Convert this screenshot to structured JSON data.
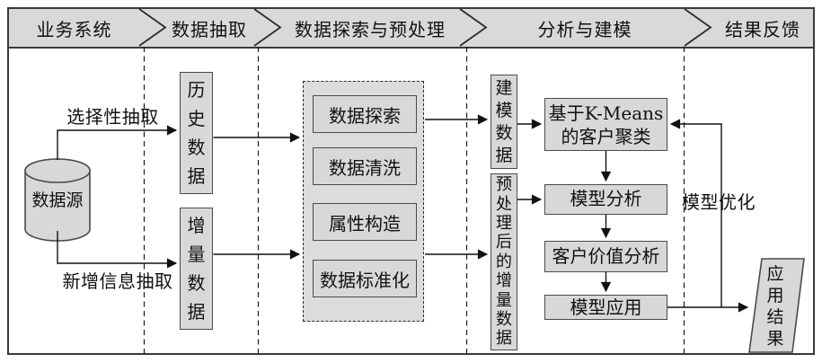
{
  "header": {
    "phases": [
      {
        "label": "业务系统"
      },
      {
        "label": "数据抽取"
      },
      {
        "label": "数据探索与预处理"
      },
      {
        "label": "分析与建模"
      },
      {
        "label": "结果反馈"
      }
    ]
  },
  "flow": {
    "data_source": {
      "label": "数据源"
    },
    "historical_data": {
      "label": "历史数据"
    },
    "incremental_data": {
      "label": "增量数据"
    },
    "preprocessing_steps": [
      {
        "label": "数据探索"
      },
      {
        "label": "数据清洗"
      },
      {
        "label": "属性构造"
      },
      {
        "label": "数据标准化"
      }
    ],
    "modeling_data": {
      "label": "建模数据"
    },
    "preprocessed_incremental": {
      "label": "预处理后的增量数据"
    },
    "kmeans": {
      "line1": "基于K-Means",
      "line2": "的客户聚类"
    },
    "model_analysis": {
      "label": "模型分析"
    },
    "customer_value_analysis": {
      "label": "客户价值分析"
    },
    "model_application": {
      "label": "模型应用"
    },
    "application_result": {
      "label": "应用结果"
    }
  },
  "edge_labels": {
    "selective_extraction": "选择性抽取",
    "new_info_extraction": "新增信息抽取",
    "model_optimization": "模型优化"
  },
  "colors": {
    "band_fill": "#d9d9d9",
    "box_fill": "#d8d8d8",
    "container_fill": "#dcdcdc",
    "border": "#4a4a4a",
    "frame_border": "#3a3a3a",
    "line": "#111111",
    "text": "#111111",
    "background": "#ffffff"
  }
}
